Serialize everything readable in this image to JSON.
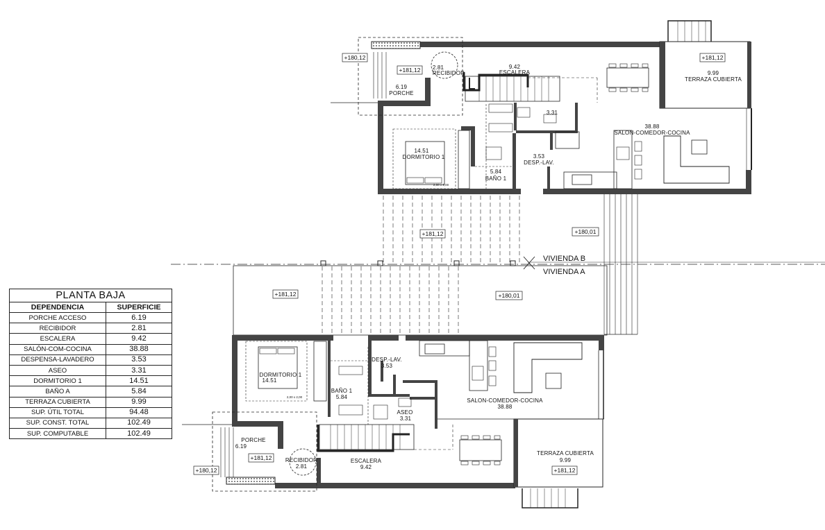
{
  "table": {
    "title": "PLANTA BAJA",
    "headers": [
      "DEPENDENCIA",
      "SUPERFICIE"
    ],
    "rows": [
      {
        "name": "PORCHE ACCESO",
        "value": "6.19"
      },
      {
        "name": "RECIBIDOR",
        "value": "2.81"
      },
      {
        "name": "ESCALERA",
        "value": "9.42"
      },
      {
        "name": "SALÓN-COM-COCINA",
        "value": "38.88"
      },
      {
        "name": "DESPENSA-LAVADERO",
        "value": "3.53"
      },
      {
        "name": "ASEO",
        "value": "3.31"
      },
      {
        "name": "DORMITORIO 1",
        "value": "14.51"
      },
      {
        "name": "BAÑO A",
        "value": "5.84"
      },
      {
        "name": "TERRAZA CUBIERTA",
        "value": "9.99"
      },
      {
        "name": "SUP. ÚTIL TOTAL",
        "value": "94.48"
      },
      {
        "name": "SUP. CONST. TOTAL",
        "value": "102.49"
      },
      {
        "name": "SUP. COMPUTABLE",
        "value": "102.49"
      }
    ]
  },
  "dwelling_labels": {
    "b": "VIVIENDA B",
    "a": "VIVIENDA A"
  },
  "levels": {
    "l18112": "+181,12",
    "l18001": "+180,01"
  },
  "rooms_b": {
    "recibidor_area": "2.81",
    "recibidor": "RECIBIDOR",
    "escalera_area": "9.42",
    "escalera": "ESCALERA",
    "porche_area": "6.19",
    "porche": "PORCHE",
    "terraza_area": "9.99",
    "terraza": "TERRAZA CUBIERTA",
    "salon_area": "38.88",
    "salon": "SALON-COMEDOR-COCINA",
    "aseo_area": "3.31",
    "dormitorio_area": "14.51",
    "dormitorio": "DORMITORIO 1",
    "desp_area": "3.53",
    "desp": "DESP.-LAV.",
    "bano_area": "5.84",
    "bano": "BAÑO 1",
    "bed_size": "2,00 x 2,00"
  },
  "rooms_a": {
    "desp": "DESP.-LAV.",
    "desp_area": "3.53",
    "dormitorio": "DORMITORIO 1",
    "dormitorio_area": "14.51",
    "bano": "BAÑO 1",
    "bano_area": "5.84",
    "salon": "SALON-COMEDOR-COCINA",
    "salon_area": "38.88",
    "aseo": "ASEO",
    "aseo_area": "3.31",
    "porche": "PORCHE",
    "porche_area": "6.19",
    "recibidor": "RECIBIDOR",
    "recibidor_area": "2.81",
    "escalera": "ESCALERA",
    "escalera_area": "9.42",
    "terraza": "TERRAZA CUBIERTA",
    "terraza_area": "9.99",
    "bed_size": "2,00 x 2,00"
  }
}
